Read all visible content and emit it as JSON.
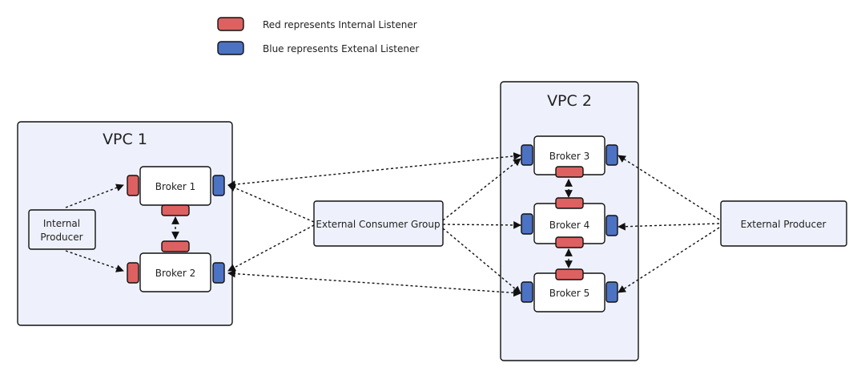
{
  "colors": {
    "internal_listener": "#de6161",
    "external_listener": "#4c72c4",
    "vpc_fill": "#eef1fb",
    "box_fill": "#eef1fb",
    "stroke": "#111111"
  },
  "legend": {
    "internal": "Red represents Internal Listener",
    "external": "Blue represents Extenal Listener"
  },
  "vpc1": {
    "title": "VPC 1",
    "producer": [
      "Internal",
      "Producer"
    ],
    "brokers": [
      "Broker 1",
      "Broker 2"
    ]
  },
  "vpc2": {
    "title": "VPC 2",
    "brokers": [
      "Broker 3",
      "Broker 4",
      "Broker 5"
    ]
  },
  "consumer_group": "External Consumer Group",
  "external_producer": "External Producer"
}
